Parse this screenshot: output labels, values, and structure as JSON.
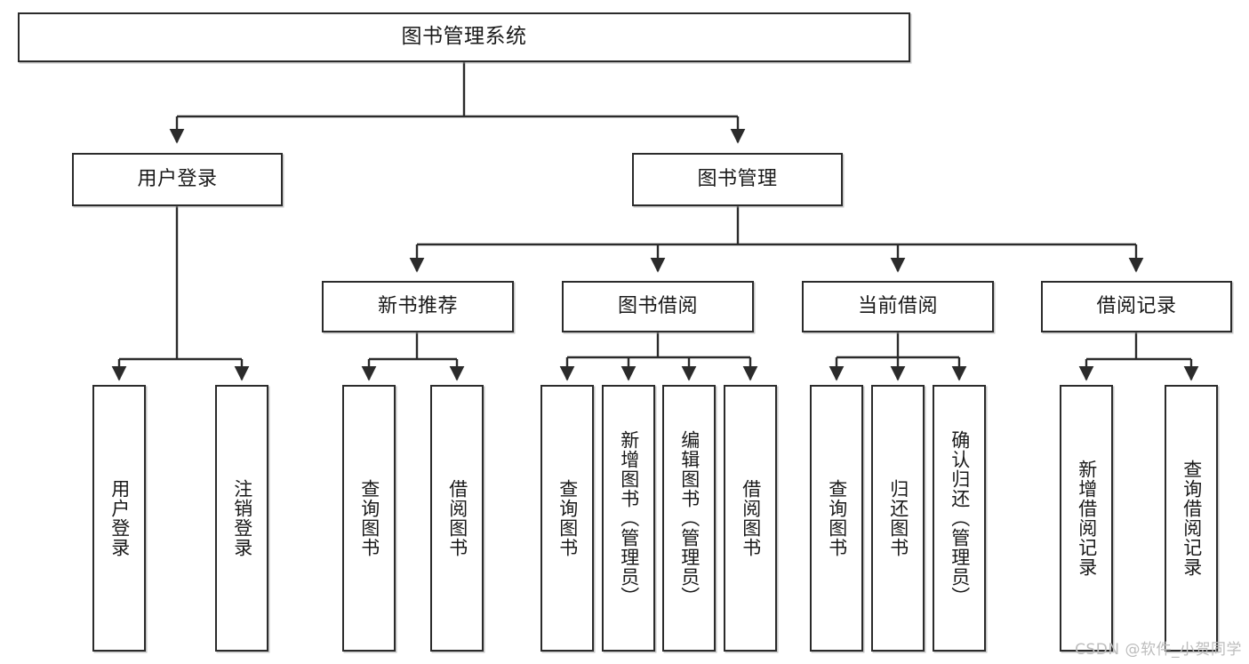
{
  "diagram": {
    "title": "图书管理系统",
    "type": "tree",
    "colors": {
      "background": "#ffffff",
      "node_border": "#2b2b2b",
      "node_fill": "#ffffff",
      "edge": "#2b2b2b",
      "watermark": "#bdbdbd"
    },
    "watermark": "CSDN @软件_小贺同学",
    "levels": {
      "root": {
        "label": "图书管理系统"
      },
      "level2": [
        {
          "id": "user-login",
          "label": "用户登录"
        },
        {
          "id": "book-manage",
          "label": "图书管理"
        }
      ],
      "level3": [
        {
          "id": "new-book-recommend",
          "label": "新书推荐"
        },
        {
          "id": "book-borrow",
          "label": "图书借阅"
        },
        {
          "id": "current-borrow",
          "label": "当前借阅"
        },
        {
          "id": "borrow-record",
          "label": "借阅记录"
        }
      ],
      "leaves": {
        "user-login": [
          {
            "id": "leaf-user-login",
            "label": "用户登录"
          },
          {
            "id": "leaf-user-logout",
            "label": "注销登录"
          }
        ],
        "new-book-recommend": [
          {
            "id": "leaf-query-book-1",
            "label": "查询图书"
          },
          {
            "id": "leaf-borrow-book-1",
            "label": "借阅图书"
          }
        ],
        "book-borrow": [
          {
            "id": "leaf-query-book-2",
            "label": "查询图书"
          },
          {
            "id": "leaf-add-book",
            "label": "新增图书（管理员）"
          },
          {
            "id": "leaf-edit-book",
            "label": "编辑图书（管理员）"
          },
          {
            "id": "leaf-borrow-book-2",
            "label": "借阅图书"
          }
        ],
        "current-borrow": [
          {
            "id": "leaf-query-book-3",
            "label": "查询图书"
          },
          {
            "id": "leaf-return-book",
            "label": "归还图书"
          },
          {
            "id": "leaf-confirm-return",
            "label": "确认归还（管理员）"
          }
        ],
        "borrow-record": [
          {
            "id": "leaf-add-record",
            "label": "新增借阅记录"
          },
          {
            "id": "leaf-query-record",
            "label": "查询借阅记录"
          }
        ]
      }
    }
  }
}
